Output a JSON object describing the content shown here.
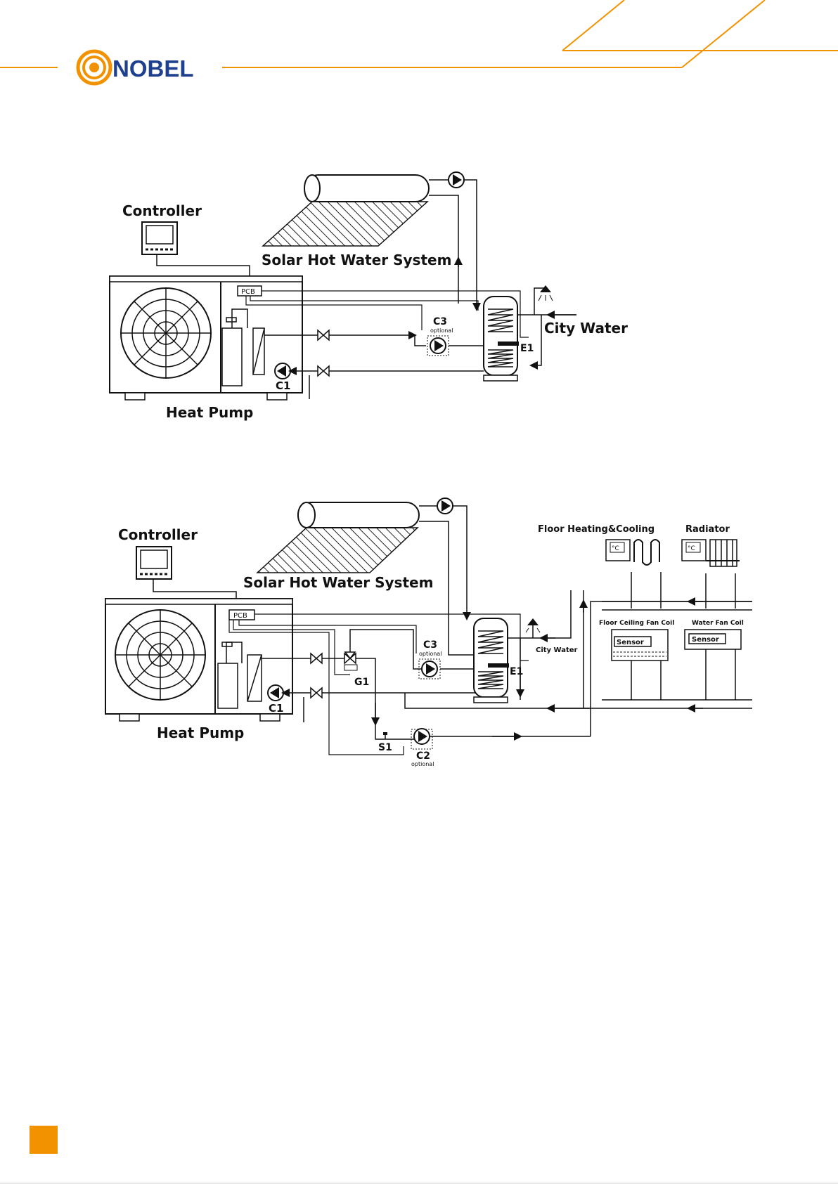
{
  "brand": {
    "name": "NOBEL",
    "accent": "#f39200",
    "text_color": "#1f3f8f"
  },
  "diagram1": {
    "solar_label": "Solar Hot Water System",
    "controller_label": "Controller",
    "heat_pump_label": "Heat Pump",
    "pcb_label": "PCB",
    "city_water_label": "City Water",
    "c1_label": "C1",
    "c3_label": "C3",
    "c3_note": "optional",
    "e1_label": "E1"
  },
  "diagram2": {
    "solar_label": "Solar Hot Water System",
    "controller_label": "Controller",
    "heat_pump_label": "Heat Pump",
    "pcb_label": "PCB",
    "city_water_label": "City Water",
    "c1_label": "C1",
    "c2_label": "C2",
    "c2_note": "optional",
    "c3_label": "C3",
    "c3_note": "optional",
    "e1_label": "E1",
    "g1_label": "G1",
    "s1_label": "S1",
    "floor_label": "Floor Heating&Cooling",
    "radiator_label": "Radiator",
    "floor_fan_coil_label": "Floor Ceiling Fan Coil",
    "water_fan_coil_label": "Water Fan Coil",
    "sensor_label": "Sensor",
    "thermostat_symbol": "°C"
  }
}
